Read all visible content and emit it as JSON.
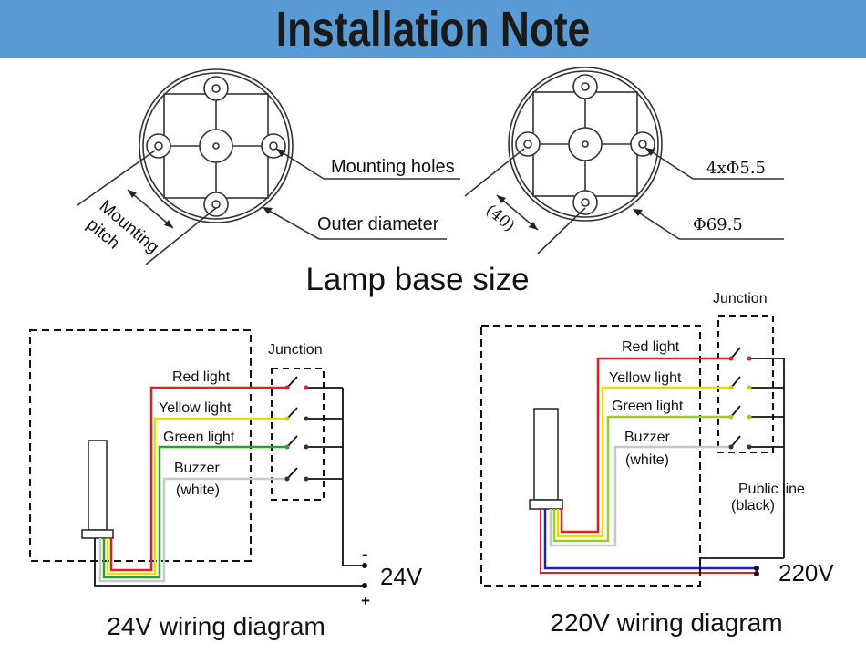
{
  "header": {
    "title": "Installation Note"
  },
  "lamp_base": {
    "caption": "Lamp base size",
    "left": {
      "mounting_holes": "Mounting holes",
      "outer_diameter": "Outer diameter",
      "mounting_pitch_1": "Mounting",
      "mounting_pitch_2": "pitch"
    },
    "right": {
      "hole_dim": "4xΦ5.5",
      "diameter_dim": "Φ69.5",
      "pitch_dim": "(40)"
    }
  },
  "diagram_24v": {
    "caption": "24V wiring diagram",
    "junction": "Junction",
    "red": "Red light",
    "yellow": "Yellow light",
    "green": "Green light",
    "buzzer": "Buzzer",
    "buzzer_note": "(white)",
    "voltage": "24V",
    "minus": "-",
    "plus": "+"
  },
  "diagram_220v": {
    "caption": "220V wiring diagram",
    "junction": "Junction",
    "red": "Red light",
    "yellow": "Yellow light",
    "green": "Green light",
    "buzzer": "Buzzer",
    "buzzer_note": "(white)",
    "public_line": "Public line",
    "public_note": "(black)",
    "voltage": "220V"
  },
  "colors": {
    "banner": "#5b9bd5",
    "red": "#e02020",
    "yellow": "#e6e000",
    "green": "#2e9e2e",
    "white_wire": "#c8c8c8",
    "blue": "#2020b0"
  }
}
